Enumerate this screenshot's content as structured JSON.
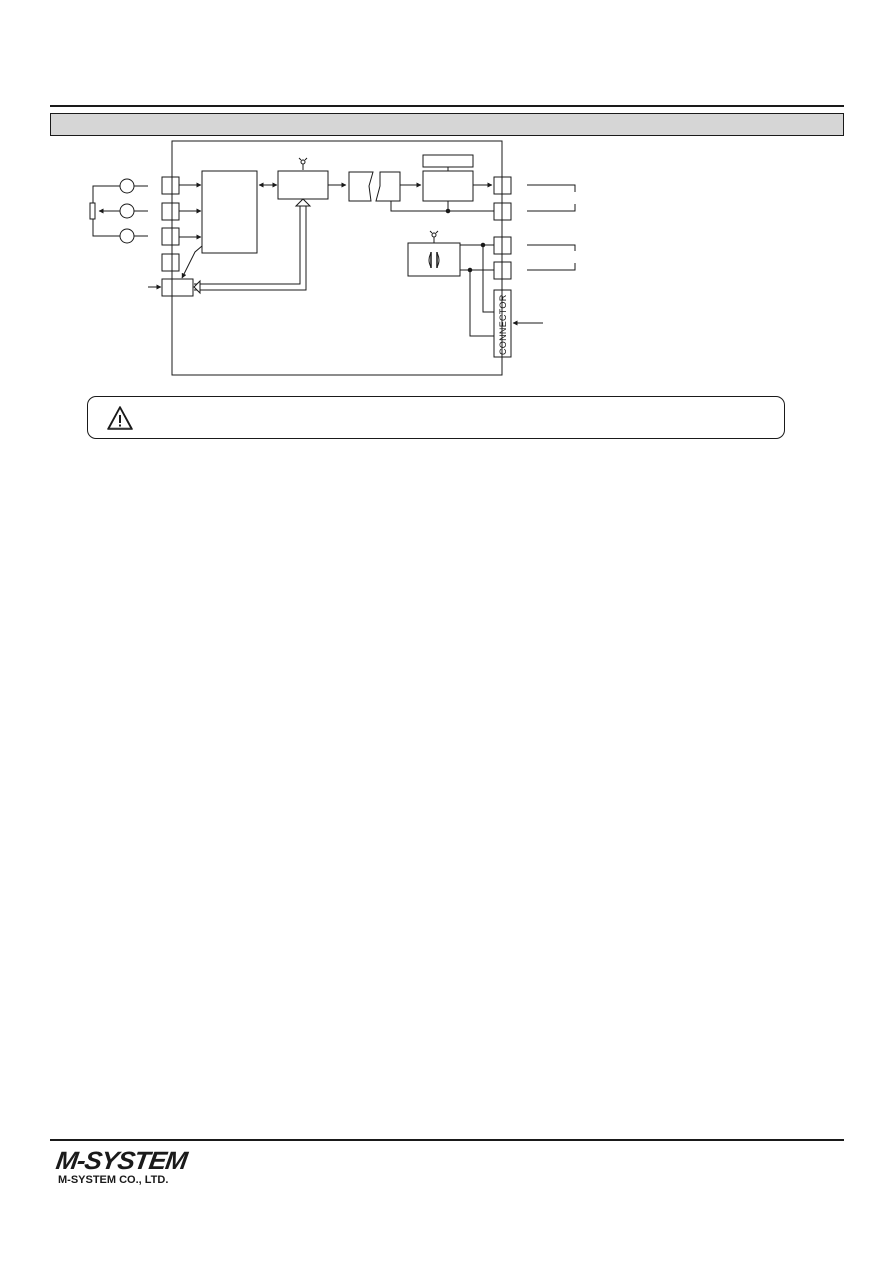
{
  "diagram": {
    "connector_label": "CONNECTOR"
  },
  "footer": {
    "logo_mark": "M-SYSTEM",
    "company_name": "M-SYSTEM CO., LTD."
  },
  "colors": {
    "ink": "#1a1a1a",
    "section_bar": "#d6d6d6",
    "page": "#ffffff"
  }
}
